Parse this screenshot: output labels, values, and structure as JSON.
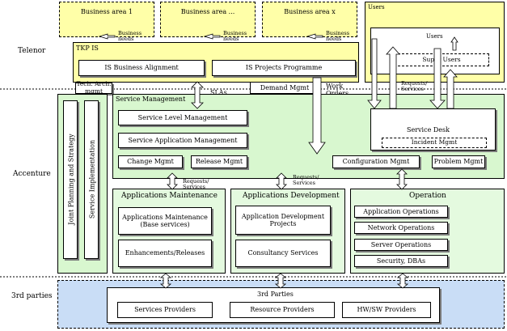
{
  "rows": {
    "telenor": "Telenor",
    "accenture": "Accenture",
    "third_parties": "3rd parties"
  },
  "business_areas": [
    "Business area 1",
    "Business area ...",
    "Business area x"
  ],
  "business_needs": "Business needs",
  "tkp_is": {
    "title": "TKP IS",
    "is_business_alignment": "IS Business Alignment",
    "is_projects_programme": "IS Projects Programme",
    "tech_arch_mgmt": "Tech. Arch. mgmt",
    "demand_mgmt": "Demand Mgmt"
  },
  "users": {
    "title": "Users",
    "users_inner": "Users",
    "super_users": "Super Users",
    "requests_services": "Requests/ Services"
  },
  "slas": "SLAs",
  "work_orders": "Work Orders",
  "joint_planning": "Joint Planning and Strategy",
  "service_implementation": "Service Implementation",
  "service_management": {
    "title": "Service Management",
    "service_level_management": "Service Level Management",
    "service_application_management": "Service Application Management",
    "change_mgmt": "Change Mgmt",
    "release_mgmt": "Release Mgmt",
    "configuration_mgmt": "Configuration Mgmt",
    "problem_mgmt": "Problem Mgmt",
    "service_desk": "Service Desk",
    "incident_mgmt": "Incident Mgmt"
  },
  "requests_services": "Requests/ Services",
  "applications_maintenance": {
    "title": "Applications Maintenance",
    "base": "Applications Maintenance (Base services)",
    "enhancements": "Enhancements/Releases"
  },
  "applications_development": {
    "title": "Applications Development",
    "projects": "Application Development Projects",
    "consultancy": "Consultancy Services"
  },
  "operation": {
    "title": "Operation",
    "items": [
      "Application Operations",
      "Network Operations",
      "Server Operations",
      "Security, DBAs"
    ]
  },
  "third_parties": {
    "title": "3rd Parties",
    "items": [
      "Services Providers",
      "Resource Providers",
      "HW/SW Providers"
    ]
  },
  "colors": {
    "telenor_bg": "#ffffa8",
    "accenture_bg": "#d8f7cf",
    "third_bg": "#c9ddf6"
  }
}
